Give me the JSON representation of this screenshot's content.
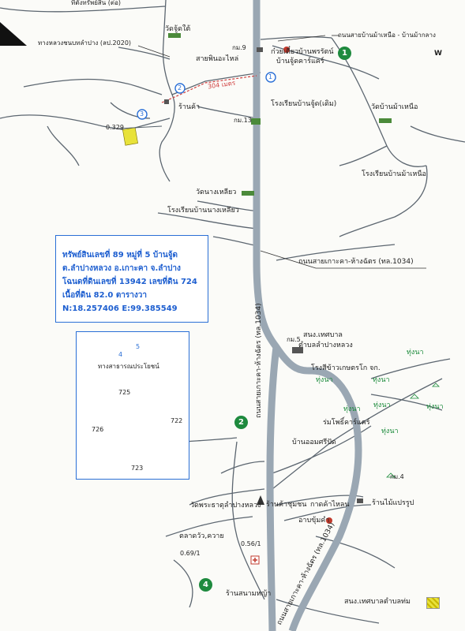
{
  "header": {
    "cut_title": "ที่ตั้งทรัพย์สิน (ต่อ)"
  },
  "compass": "W",
  "labels": {
    "wat_dukdai": "วัดจู้ดใต้",
    "km9": "กม.9",
    "nongkham": "ทางหลวงชนบทลำปาง (ลป.2020)",
    "nai_intersection": "ถนนสายบ้านม้าเหนือ - บ้านม้ากลาง",
    "kuay_tiew": "ก๋วยเตี๋ยวบ้านพรรัตน์",
    "ban_jud_care": "บ้านจู้ดคาร์แคร์",
    "sai_phin": "สายพินอะไหล่",
    "dist": "304 เมตร",
    "ran_kha": "ร้านค้า",
    "school_old": "โรงเรียนบ้านจู้ด(เดิม)",
    "km13": "กม.13",
    "wat_ma_nuea": "วัดบ้านม้าเหนือ",
    "school_ma_nuea": "โรงเรียนบ้านม้าเหนือ",
    "p0329": "0.329",
    "wat_nang_liew": "วัดนางเหลียว",
    "school_nang_liew": "โรงเรียนบ้านนางเหลียว",
    "road_main": "ถนนสายเกาะคา-ห้างฉัตร (ทล.1034)",
    "km5": "กม.5",
    "sanam_tessaban": "สนง.เทศบาล",
    "tambon": "ตำบลลำปางหลวง",
    "kaset": "โรงสีข้าวเกษตรโก จก.",
    "rice1": "ทุ่งนา",
    "rice2": "ทุ่งนา",
    "rice3": "ทุ่งนา",
    "rice4": "ทุ่งนา",
    "rice5": "ทุ่งนา",
    "rice6": "ทุ่งนา",
    "rice7": "ทุ่งนา",
    "rumpho": "ร่มโพธิ์คาร์แคร์",
    "ban_om": "บ้านออมศรีปัด",
    "road_vertical": "ถนนสายเกาะคา-ห้างฉัตร (ทล.1034)",
    "road_vertical2": "ถนนสายเกาะคา-ห้างฉัตร (ทล.1034)",
    "km4": "กม.4",
    "wat_lampang": "วัดพระธาตุลำปางหลวง",
    "ran_khum": "ร้านค้าชุมชน",
    "kad_kao": "กาดค้าไหลน",
    "ran_mai": "ร้านไม้แปรรูป",
    "oobsum": "อาบขุ้มคำ",
    "talad": "ตลาดวัว,ควาย",
    "p5601": "0.56/1",
    "p6901": "0.69/1",
    "ran_sanam": "ร้านสนามหญ้า",
    "legend": "สนง.เทศบาลตำบลท่ม",
    "road_plot": "ทางสาธารณประโยชน์",
    "n725": "725",
    "n722": "722",
    "n726": "726",
    "n723": "723"
  },
  "info": {
    "line1": "ทรัพย์สินเลขที่ 89 หมู่ที่ 5 บ้านจู้ด",
    "line2": "ต.ลำปางหลวง  อ.เกาะคา  จ.ลำปาง",
    "line3": "โฉนดที่ดินเลขที่ 13942  เลขที่ดิน 724",
    "line4": "เนื้อที่ดิน 82.0 ตารางวา",
    "line5": "N:18.257406  E:99.385549"
  },
  "markers": [
    "1",
    "2",
    "4"
  ],
  "pins": [
    "1",
    "2",
    "3",
    "4",
    "5"
  ],
  "colors": {
    "road": "#9aa7b3",
    "line": "#55606a",
    "accent": "#2a6fd6",
    "marker": "#1e8a3e",
    "dist": "#d04040"
  }
}
